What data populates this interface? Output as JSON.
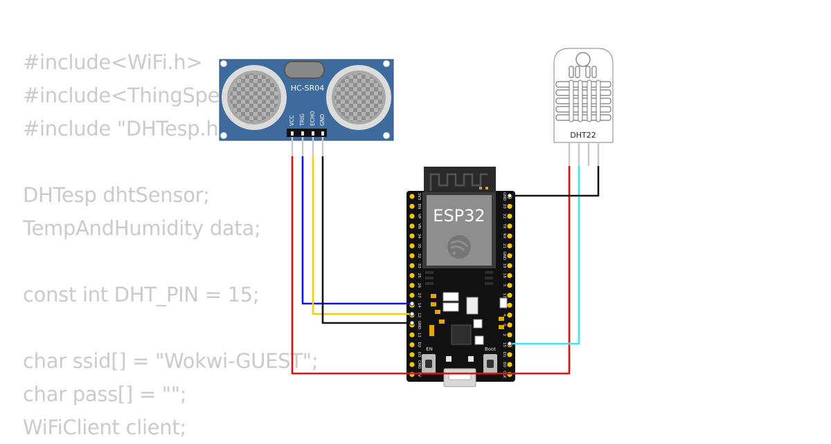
{
  "code_lines": [
    "#include<WiFi.h>",
    "#include<ThingSpeak.h>",
    "#include \"DHTesp.h\"",
    "",
    "DHTesp dhtSensor;",
    "TempAndHumidity data;",
    "",
    "const int DHT_PIN = 15;",
    "",
    "char ssid[] = \"Wokwi-GUEST\";",
    "char pass[] = \"\";",
    "WiFiClient client;"
  ],
  "ultrasonic": {
    "label": "HC-SR04",
    "pins": [
      "VCC",
      "TRIG",
      "ECHO",
      "GND"
    ]
  },
  "esp32": {
    "label": "ESP32",
    "left_pins": [
      "3V3",
      "EN",
      "VP",
      "VN",
      "34",
      "35",
      "32",
      "33",
      "25",
      "26",
      "27",
      "14",
      "12",
      "GND",
      "13",
      "D2",
      "D3",
      "CMD",
      "5V"
    ],
    "right_pins": [
      "GND",
      "23",
      "22",
      "TX",
      "RX",
      "21",
      "GND",
      "19",
      "18",
      "5",
      "17",
      "16",
      "4",
      "0",
      "2",
      "15",
      "D1",
      "D0",
      "CLK"
    ],
    "en_label": "EN",
    "boot_label": "Boot"
  },
  "dht": {
    "label": "DHT22"
  },
  "colors": {
    "code_text": "#cbcbcb",
    "wire_red": "#e01010",
    "wire_blue": "#0a16d6",
    "wire_yellow": "#f5d000",
    "wire_black": "#111111",
    "wire_cyan": "#3fe3e8",
    "hc_board": "#3e6b9d",
    "esp_board": "#111111",
    "pin_gold": "#f2c500"
  }
}
